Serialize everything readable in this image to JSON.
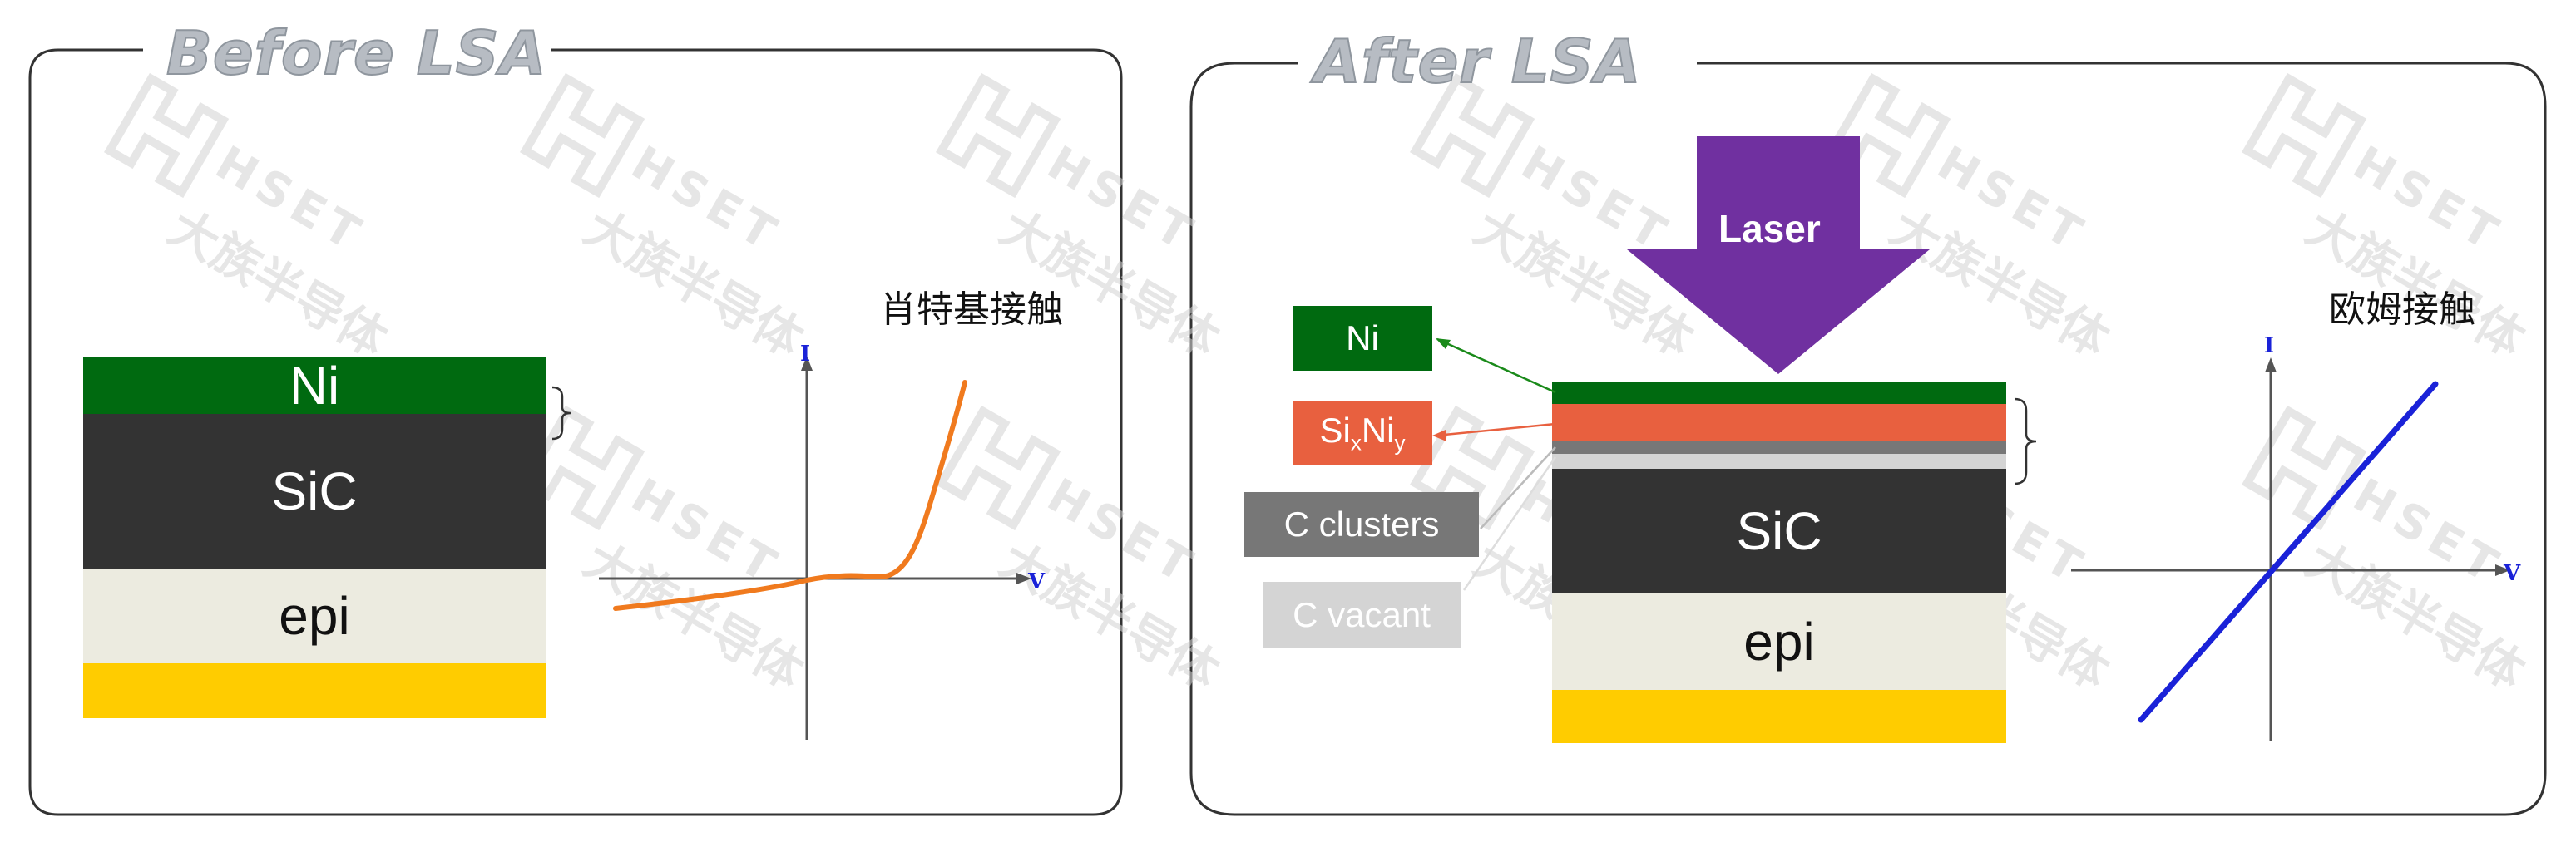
{
  "left_panel": {
    "title": "Before LSA",
    "layers": {
      "top": "Ni",
      "middle": "SiC",
      "bottom": "epi"
    },
    "contact_label": "肖特基接触",
    "axis": {
      "y": "I",
      "x": "V"
    }
  },
  "right_panel": {
    "title": "After LSA",
    "laser_label": "Laser",
    "callouts": {
      "ni": "Ni",
      "sixniy": {
        "si": "Si",
        "x": "x",
        "ni": "Ni",
        "y": "y"
      },
      "c_clusters": "C clusters",
      "c_vacant": "C vacant"
    },
    "layers": {
      "middle": "SiC",
      "bottom": "epi"
    },
    "contact_label": "欧姆接触",
    "axis": {
      "y": "I",
      "x": "V"
    }
  },
  "watermark": {
    "en": "HSET",
    "cn": "大族半导体"
  },
  "colors": {
    "ni_green": "#006a10",
    "sic_dark": "#333333",
    "epi_beige": "#ecebe0",
    "contact_gold": "#ffcc00",
    "sixniy_orange": "#e8603f",
    "laser_purple": "#7030a0",
    "schottky_curve": "#f07a1e",
    "ohmic_line": "#1a22d8",
    "c_clusters_gray": "#777777",
    "c_vacant_gray": "#d4d4d4"
  }
}
